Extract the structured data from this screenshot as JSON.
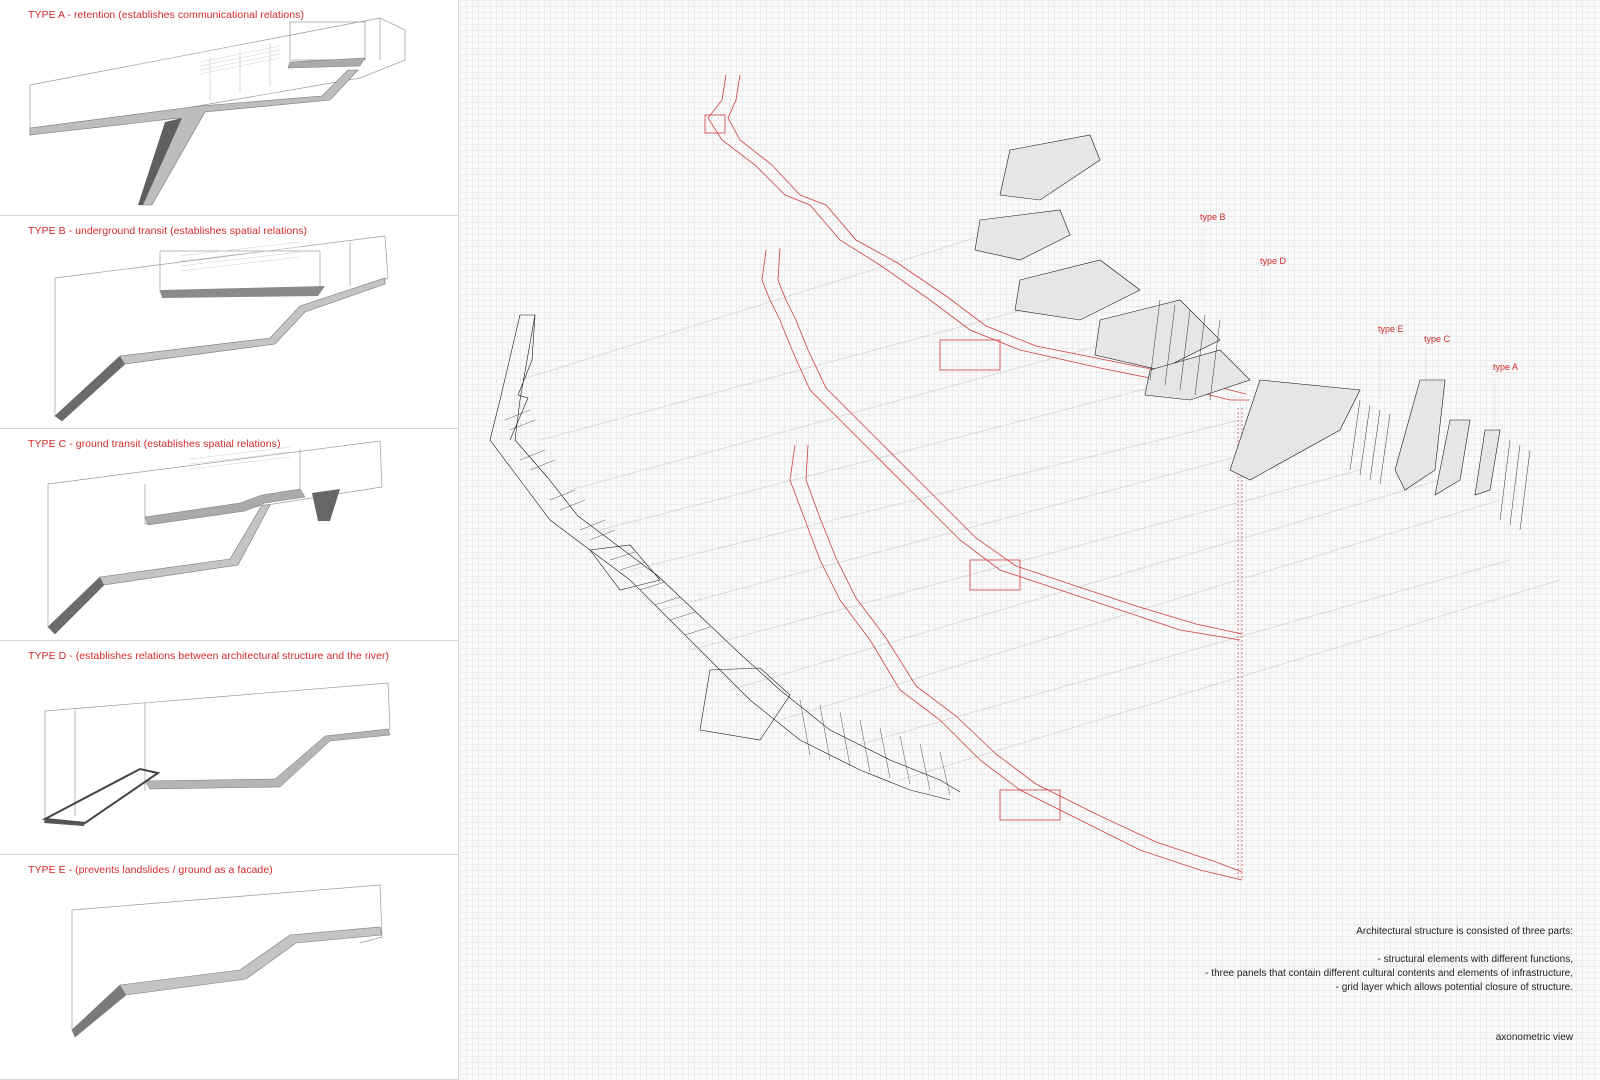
{
  "panels": [
    {
      "id": "a",
      "title": "TYPE A - retention (establishes communicational relations)"
    },
    {
      "id": "b",
      "title": "TYPE B - underground transit (establishes spatial relations)"
    },
    {
      "id": "c",
      "title": "TYPE C - ground transit (establishes spatial relations)"
    },
    {
      "id": "d",
      "title": "TYPE D - (establishes relations between architectural structure and the river)"
    },
    {
      "id": "e",
      "title": "TYPE E - (prevents landslides / ground as a facade)"
    }
  ],
  "axonometric": {
    "type_labels": {
      "b": "type B",
      "d": "type D",
      "e": "type E",
      "c": "type C",
      "a": "type A"
    },
    "accent_color": "#d22a2a",
    "line_color": "#1a1a1a"
  },
  "description": {
    "heading": "Architectural structure is consisted of three parts:",
    "items": [
      "- structural elements with different functions,",
      "- three panels that contain different cultural contents and elements of infrastructure,",
      "- grid layer  which allows potential closure of structure."
    ]
  },
  "caption": "axonometric view"
}
